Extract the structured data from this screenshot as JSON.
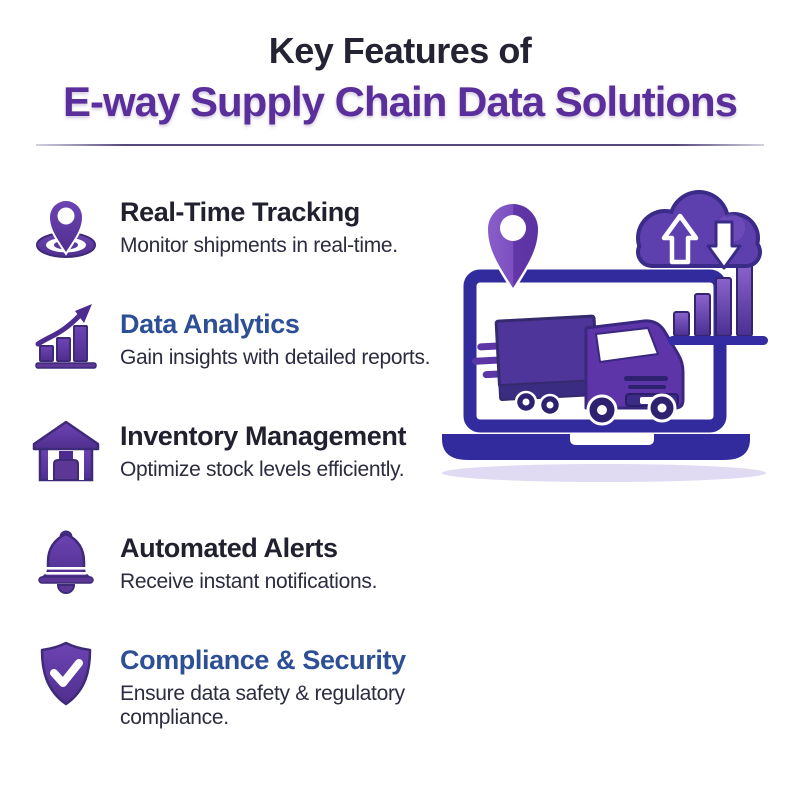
{
  "page": {
    "title_line1": "Key Features of",
    "title_line2": "E-way Supply Chain Data Solutions"
  },
  "colors": {
    "heading_dark": "#232334",
    "heading_purple": "#5b2f9b",
    "feature_title_dark": "#20202f",
    "feature_title_blue": "#2d4f96",
    "feature_description": "#2c2c40",
    "icon_purple": "#5d3796",
    "icon_outline": "#3e2a78",
    "laptop_indigo": "#312b9e",
    "truck_purple": "#5d35a9",
    "shadow_lavender": "#e0daf2"
  },
  "features": [
    {
      "title": "Real-Time Tracking",
      "description": "Monitor shipments in real-time.",
      "icon": "location-pin-ripple-icon",
      "title_color": "dark"
    },
    {
      "title": "Data Analytics",
      "description": "Gain insights with detailed reports.",
      "icon": "bar-chart-growth-icon",
      "title_color": "blue"
    },
    {
      "title": "Inventory Management",
      "description": "Optimize stock levels efficiently.",
      "icon": "warehouse-icon",
      "title_color": "dark"
    },
    {
      "title": "Automated Alerts",
      "description": "Receive instant notifications.",
      "icon": "bell-icon",
      "title_color": "dark"
    },
    {
      "title": "Compliance & Security",
      "description": "Ensure data safety & regulatory compliance.",
      "icon": "shield-check-icon",
      "title_color": "blue"
    }
  ],
  "illustration": {
    "elements": [
      "location-pin",
      "cloud-sync-arrows",
      "laptop",
      "delivery-truck",
      "bar-chart-on-shelf",
      "laptop-base",
      "ground-shadow"
    ]
  }
}
